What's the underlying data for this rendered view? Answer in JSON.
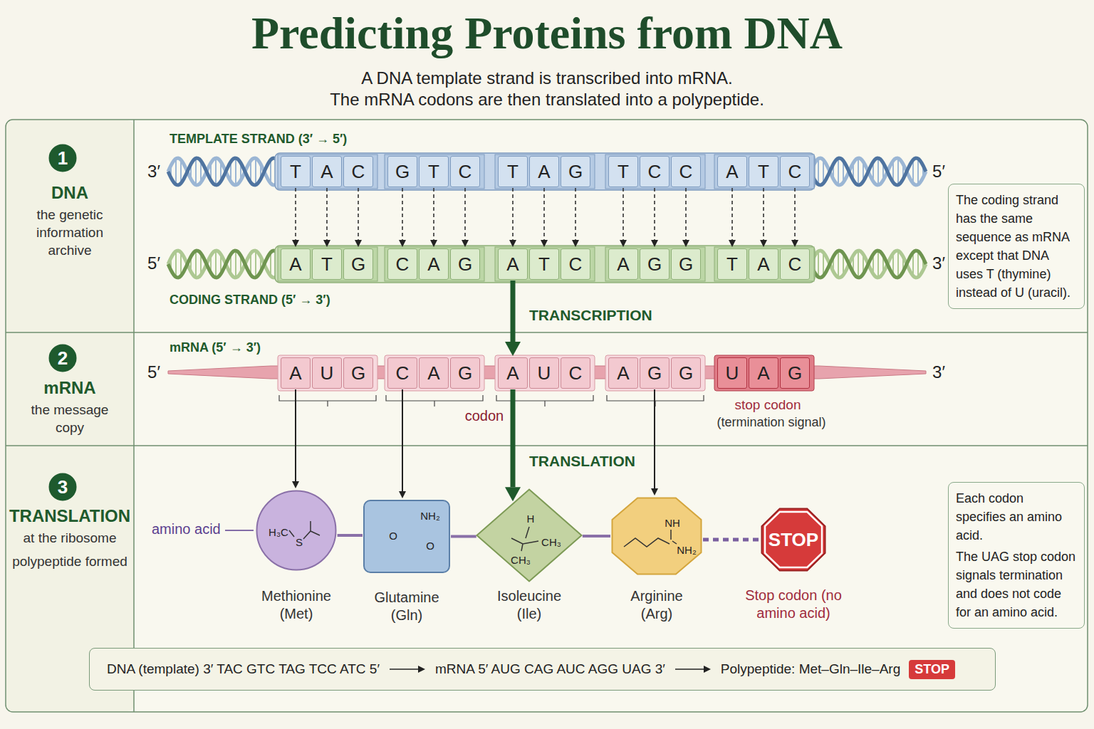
{
  "diagram": {
    "title": "Predicting Proteins from DNA",
    "nodes": [
      {
        "text": [
          "DNA",
          "the genetic information archive"
        ]
      },
      {
        "text": [
          "1"
        ],
        "in": 0
      },
      {
        "text": [
          "T"
        ]
      },
      {
        "text": [
          "A"
        ]
      },
      {
        "text": [
          "C"
        ]
      },
      {
        "text": [
          "G"
        ]
      },
      {
        "text": [
          "T"
        ]
      },
      {
        "text": [
          "C"
        ]
      },
      {
        "text": [
          "T"
        ]
      },
      {
        "text": [
          "A"
        ]
      },
      {
        "text": [
          "G"
        ]
      },
      {
        "text": [
          "T"
        ]
      },
      {
        "text": [
          "C"
        ]
      },
      {
        "text": [
          "C"
        ]
      },
      {
        "text": [
          "A"
        ]
      },
      {
        "text": [
          "T"
        ]
      },
      {
        "text": [
          "C"
        ]
      },
      {
        "text": [
          "A"
        ]
      },
      {
        "text": [
          "T"
        ]
      },
      {
        "text": [
          "G"
        ]
      },
      {
        "text": [
          "C"
        ]
      },
      {
        "text": [
          "A"
        ]
      },
      {
        "text": [
          "G"
        ]
      },
      {
        "text": [
          "A"
        ]
      },
      {
        "text": [
          "T"
        ]
      },
      {
        "text": [
          "C"
        ]
      },
      {
        "text": [
          "A"
        ]
      },
      {
        "text": [
          "G"
        ]
      },
      {
        "text": [
          "G"
        ]
      },
      {
        "text": [
          "T"
        ]
      },
      {
        "text": [
          "A"
        ]
      },
      {
        "text": [
          "C"
        ]
      },
      {
        "text": [
          "The coding strand has the same sequence as mRNA except that DNA uses T (thymine) instead of U (uracil)."
        ]
      },
      {
        "text": [
          "mRNA",
          "the message copy"
        ]
      },
      {
        "text": [
          "2"
        ],
        "in": 33
      },
      {
        "text": [
          "A"
        ]
      },
      {
        "text": [
          "U"
        ]
      },
      {
        "text": [
          "G"
        ]
      },
      {
        "text": [
          "C"
        ]
      },
      {
        "text": [
          "A"
        ]
      },
      {
        "text": [
          "G"
        ]
      },
      {
        "text": [
          "A"
        ]
      },
      {
        "text": [
          "U"
        ]
      },
      {
        "text": [
          "C"
        ]
      },
      {
        "text": [
          "A"
        ]
      },
      {
        "text": [
          "G"
        ]
      },
      {
        "text": [
          "G"
        ]
      },
      {
        "text": [
          "U"
        ]
      },
      {
        "text": [
          "A"
        ]
      },
      {
        "text": [
          "G"
        ]
      },
      {
        "text": [
          "TRANSLATION",
          "at the ribosome",
          "polypeptide formed"
        ]
      },
      {
        "text": [
          "3"
        ],
        "in": 50
      },
      {
        "text": [
          "H₃C",
          "S",
          "Methionine (Met)"
        ]
      },
      {
        "text": [
          "NH₂",
          "O",
          "O",
          "Glutamine (Gln)"
        ]
      },
      {
        "text": [
          "H",
          "CH₃",
          "CH₃",
          "Isoleucine (Ile)"
        ]
      },
      {
        "text": [
          "NH",
          "NH₂",
          "Arginine (Arg)"
        ]
      },
      {
        "text": [
          "STOP",
          "Stop codon (no amino acid)"
        ]
      },
      {
        "text": [
          "Each codon specifies an amino acid.",
          "The UAG stop codon signals termination and does not code for an amino acid."
        ]
      },
      {
        "text": [
          "DNA (template) 3′ TAC GTC TAG TCC ATC 5′",
          "mRNA 5′ AUG CAG AUC AGG UAG 3′",
          "Polypeptide: Met–Gln–Ile–Arg"
        ]
      },
      {
        "text": [
          "STOP"
        ],
        "in": 58
      }
    ],
    "edges": [
      {
        "from": 2,
        "to": 17,
        "arrow": "to"
      },
      {
        "from": 3,
        "to": 18,
        "arrow": "to"
      },
      {
        "from": 4,
        "to": 19,
        "arrow": "to"
      },
      {
        "from": 5,
        "to": 20,
        "arrow": "to"
      },
      {
        "from": 6,
        "to": 21,
        "arrow": "to"
      },
      {
        "from": 7,
        "to": 22,
        "arrow": "to"
      },
      {
        "from": 8,
        "to": 23,
        "arrow": "to"
      },
      {
        "from": 9,
        "to": 24,
        "arrow": "to"
      },
      {
        "from": 10,
        "to": 25,
        "arrow": "to"
      },
      {
        "from": 11,
        "to": 26,
        "arrow": "to"
      },
      {
        "from": 12,
        "to": 27,
        "arrow": "to"
      },
      {
        "from": 13,
        "to": 28,
        "arrow": "to"
      },
      {
        "from": 14,
        "to": 29,
        "arrow": "to"
      },
      {
        "from": 15,
        "to": 30,
        "arrow": "to"
      },
      {
        "from": 16,
        "to": 31,
        "arrow": "to"
      },
      {
        "from": 23,
        "to": 41,
        "label": "TRANSCRIPTION",
        "arrow": "to"
      },
      {
        "from": 35,
        "to": 52,
        "arrow": "to"
      },
      {
        "from": 38,
        "to": 53,
        "arrow": "to"
      },
      {
        "from": 41,
        "to": 54,
        "label": "TRANSLATION",
        "arrow": "to"
      },
      {
        "from": 45,
        "to": 55,
        "arrow": "to"
      },
      {
        "from": 52,
        "to": 53,
        "arrow": "none"
      },
      {
        "from": 53,
        "to": 54,
        "arrow": "none"
      },
      {
        "from": 54,
        "to": 55,
        "arrow": "none"
      },
      {
        "from": 55,
        "to": 56,
        "arrow": "none"
      }
    ],
    "labels": [
      "A DNA template strand is transcribed into mRNA.",
      "The mRNA codons are then translated into a polypeptide.",
      "TEMPLATE STRAND (3′ → 5′)",
      "3′",
      "5′",
      "5′",
      "3′",
      "CODING STRAND (5′ → 3′)",
      "mRNA (5′ → 3′)",
      "5′",
      "3′",
      "codon",
      "stop codon",
      "(termination signal)",
      "amino acid"
    ]
  }
}
